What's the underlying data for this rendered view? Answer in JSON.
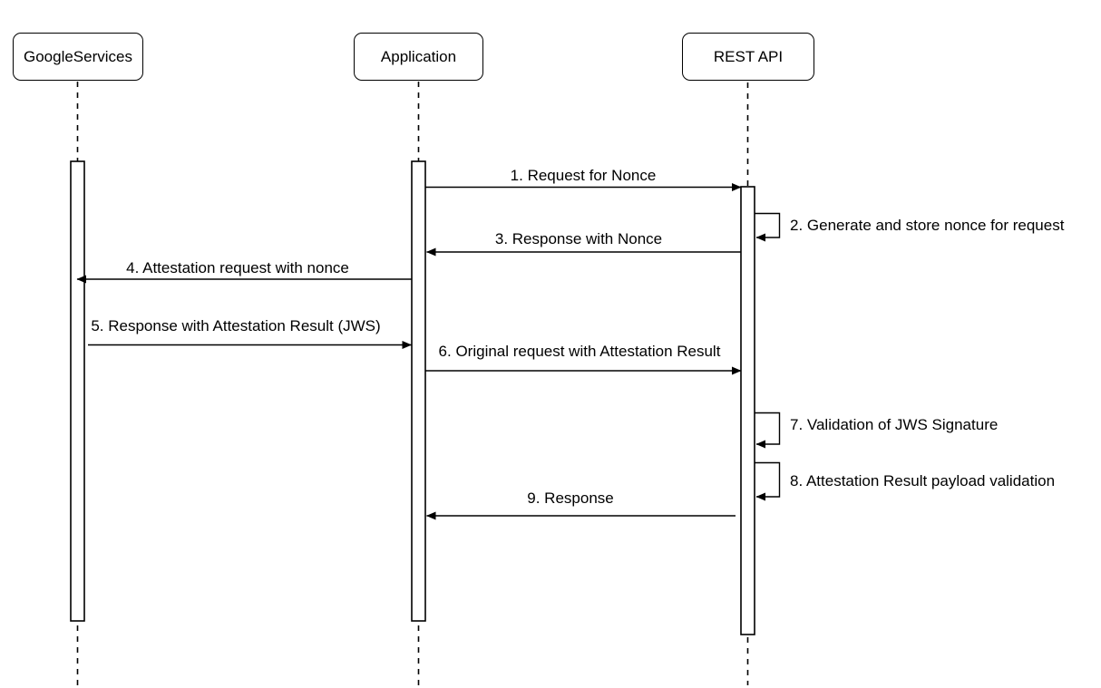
{
  "diagram": {
    "type": "sequence-diagram",
    "background": "#ffffff",
    "colors": {
      "stroke": "#000000",
      "fill": "#ffffff",
      "text": "#000000"
    },
    "actors": [
      {
        "id": "google-services",
        "label": "GoogleServices"
      },
      {
        "id": "application",
        "label": "Application"
      },
      {
        "id": "rest-api",
        "label": "REST API"
      }
    ],
    "messages": [
      {
        "num": 1,
        "label": "1. Request for Nonce",
        "from": "Application",
        "to": "REST API",
        "kind": "arrow"
      },
      {
        "num": 2,
        "label": "2. Generate and store nonce for request",
        "from": "REST API",
        "to": "REST API",
        "kind": "self"
      },
      {
        "num": 3,
        "label": "3. Response with Nonce",
        "from": "REST API",
        "to": "Application",
        "kind": "arrow"
      },
      {
        "num": 4,
        "label": "4. Attestation request with nonce",
        "from": "Application",
        "to": "GoogleServices",
        "kind": "arrow"
      },
      {
        "num": 5,
        "label": "5. Response with Attestation Result (JWS)",
        "from": "GoogleServices",
        "to": "Application",
        "kind": "arrow"
      },
      {
        "num": 6,
        "label": "6. Original request with Attestation Result",
        "from": "Application",
        "to": "REST API",
        "kind": "arrow"
      },
      {
        "num": 7,
        "label": "7. Validation of JWS Signature",
        "from": "REST API",
        "to": "REST API",
        "kind": "self"
      },
      {
        "num": 8,
        "label": "8. Attestation Result payload validation",
        "from": "REST API",
        "to": "REST API",
        "kind": "self"
      },
      {
        "num": 9,
        "label": "9. Response",
        "from": "REST API",
        "to": "Application",
        "kind": "arrow"
      }
    ]
  }
}
